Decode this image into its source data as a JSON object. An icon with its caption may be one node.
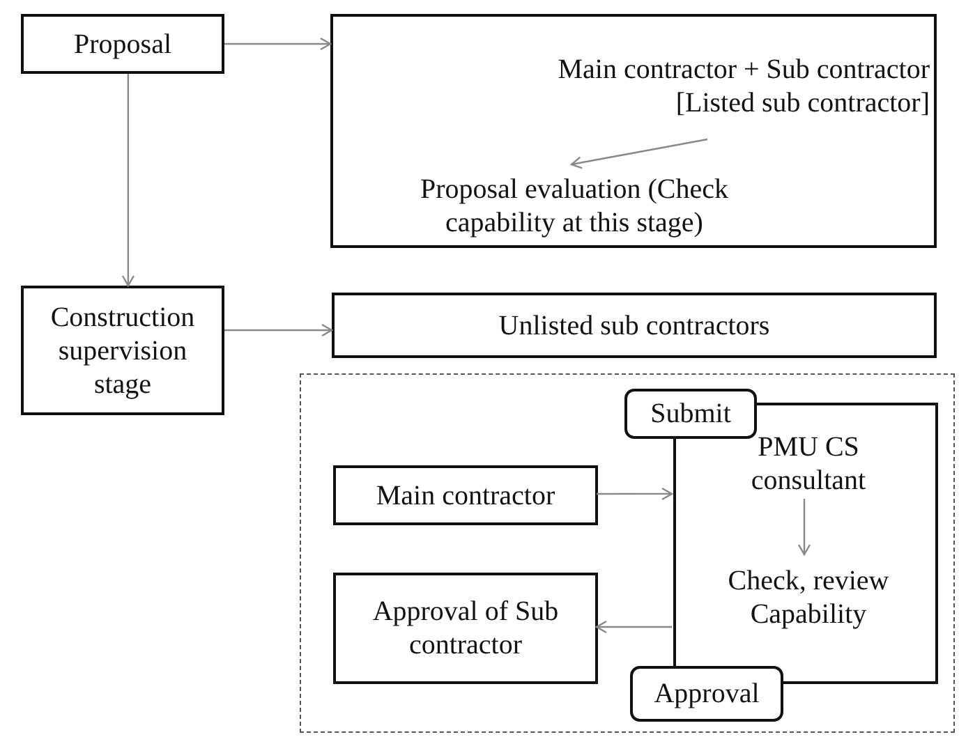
{
  "diagram": {
    "nodes": [
      {
        "text": [
          "Proposal"
        ]
      },
      {
        "text": [],
        "shape": "box"
      },
      {
        "text": [
          "Main contractor + Sub contractor [Listed sub contractor]"
        ],
        "in": 1
      },
      {
        "text": [
          "Proposal evaluation (Check capability at this stage)"
        ],
        "in": 1
      },
      {
        "text": [
          "Construction supervision stage"
        ]
      },
      {
        "text": [
          "Unlisted sub contractors"
        ]
      },
      {
        "text": [],
        "shape": "box"
      },
      {
        "text": [
          "Submit"
        ],
        "in": 6
      },
      {
        "text": [],
        "shape": "box",
        "in": 6
      },
      {
        "text": [
          "PMU CS consultant"
        ],
        "in": 8
      },
      {
        "text": [
          "Check, review Capability"
        ],
        "in": 8
      },
      {
        "text": [
          "Main contractor"
        ],
        "in": 6
      },
      {
        "text": [
          "Approval of Sub contractor"
        ],
        "in": 6
      },
      {
        "text": [
          "Approval"
        ],
        "in": 6
      }
    ],
    "edges": [
      {
        "from": 0,
        "to": 1,
        "arrow": "to"
      },
      {
        "from": 2,
        "to": 3,
        "arrow": "to"
      },
      {
        "from": 0,
        "to": 4,
        "arrow": "to"
      },
      {
        "from": 4,
        "to": 5,
        "arrow": "to"
      },
      {
        "from": 11,
        "to": 8,
        "arrow": "to"
      },
      {
        "from": 9,
        "to": 10,
        "arrow": "to"
      },
      {
        "from": 8,
        "to": 12,
        "arrow": "to"
      }
    ]
  }
}
